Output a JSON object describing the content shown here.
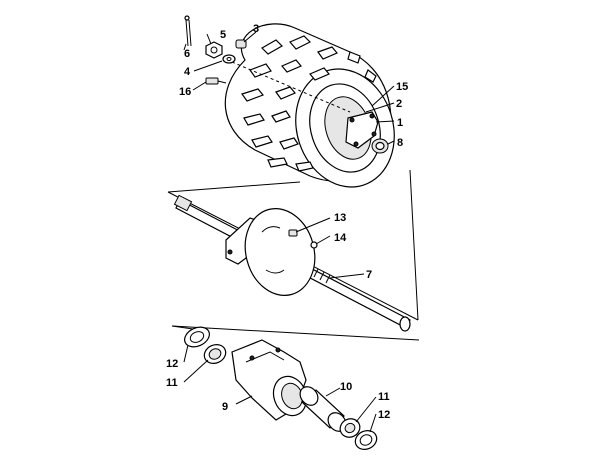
{
  "callouts": {
    "c1": "1",
    "c2": "2",
    "c3": "3",
    "c4": "4",
    "c5": "5",
    "c6": "6",
    "c7": "7",
    "c8": "8",
    "c9": "9",
    "c10": "10",
    "c11a": "11",
    "c11b": "11",
    "c12a": "12",
    "c12b": "12",
    "c13": "13",
    "c14": "14",
    "c15": "15",
    "c16": "16"
  }
}
